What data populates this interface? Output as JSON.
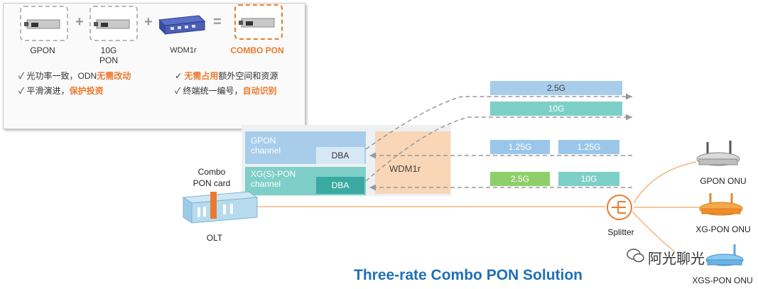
{
  "products": {
    "gpon": "GPON",
    "g10": "10G\nPON",
    "wdm": "WDM1r",
    "combo": "COMBO PON",
    "op_plus": "+",
    "op_eq": "="
  },
  "features": {
    "f1_plain": "光功率一致，ODN",
    "f1_hl": "无需改动",
    "f2_plain": "平滑演进，",
    "f2_hl": "保护投资",
    "f3_hl": "无需占用",
    "f3_plain": "额外空间和资源",
    "f4_plain": "终端统一编号，",
    "f4_hl": "自动识别",
    "check": "✓"
  },
  "channels": {
    "gpon": "GPON\nchannel",
    "xgs": "XG(S)-PON\nchannel",
    "dba1": "DBA",
    "dba2": "DBA",
    "wdm": "WDM1r"
  },
  "rates": {
    "down1": "2.5G",
    "down2": "10G",
    "up_a": "1.25G",
    "up_b": "1.25G",
    "up_c": "2.5G",
    "up_d": "10G"
  },
  "labels": {
    "combo_card": "Combo\nPON card",
    "olt": "OLT",
    "splitter": "Splitter",
    "gpon_onu": "GPON ONU",
    "xg_onu": "XG-PON ONU",
    "xgs_onu": "XGS-PON ONU",
    "title": "Three-rate Combo PON Solution",
    "watermark": "阿光聊光"
  },
  "colors": {
    "blue_light": "#a7cdea",
    "blue_mid": "#9ac7e9",
    "teal": "#7ecfc7",
    "teal_dark": "#3aa9a0",
    "green": "#8fcf6a",
    "orange": "#ec7a2e",
    "wdm_bg": "#f9d6b6",
    "title": "#1e6fb8"
  }
}
